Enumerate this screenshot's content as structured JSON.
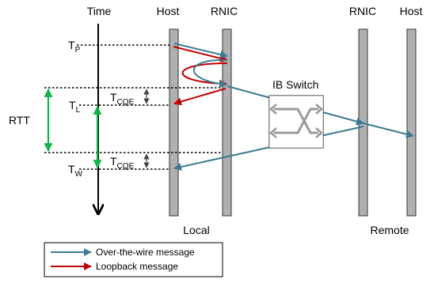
{
  "headers": {
    "time": "Time",
    "local_host": "Host",
    "local_rnic": "RNIC",
    "remote_rnic": "RNIC",
    "remote_host": "Host"
  },
  "markers": {
    "tp_main": "T",
    "tp_sub": "P",
    "tl_main": "T",
    "tl_sub": "L",
    "tw_main": "T",
    "tw_sub": "W",
    "tcqe1_main": "T",
    "tcqe1_sub": "CQE",
    "tcqe2_main": "T",
    "tcqe2_sub": "CQE"
  },
  "labels": {
    "rtt": "RTT",
    "ib_switch": "IB Switch",
    "local": "Local",
    "remote": "Remote"
  },
  "legend": {
    "wire": "Over-the-wire message",
    "loopback": "Loopback message"
  },
  "colors": {
    "wire": "#3c7b92",
    "loopback": "#c00000",
    "rtt": "#13b24a"
  }
}
